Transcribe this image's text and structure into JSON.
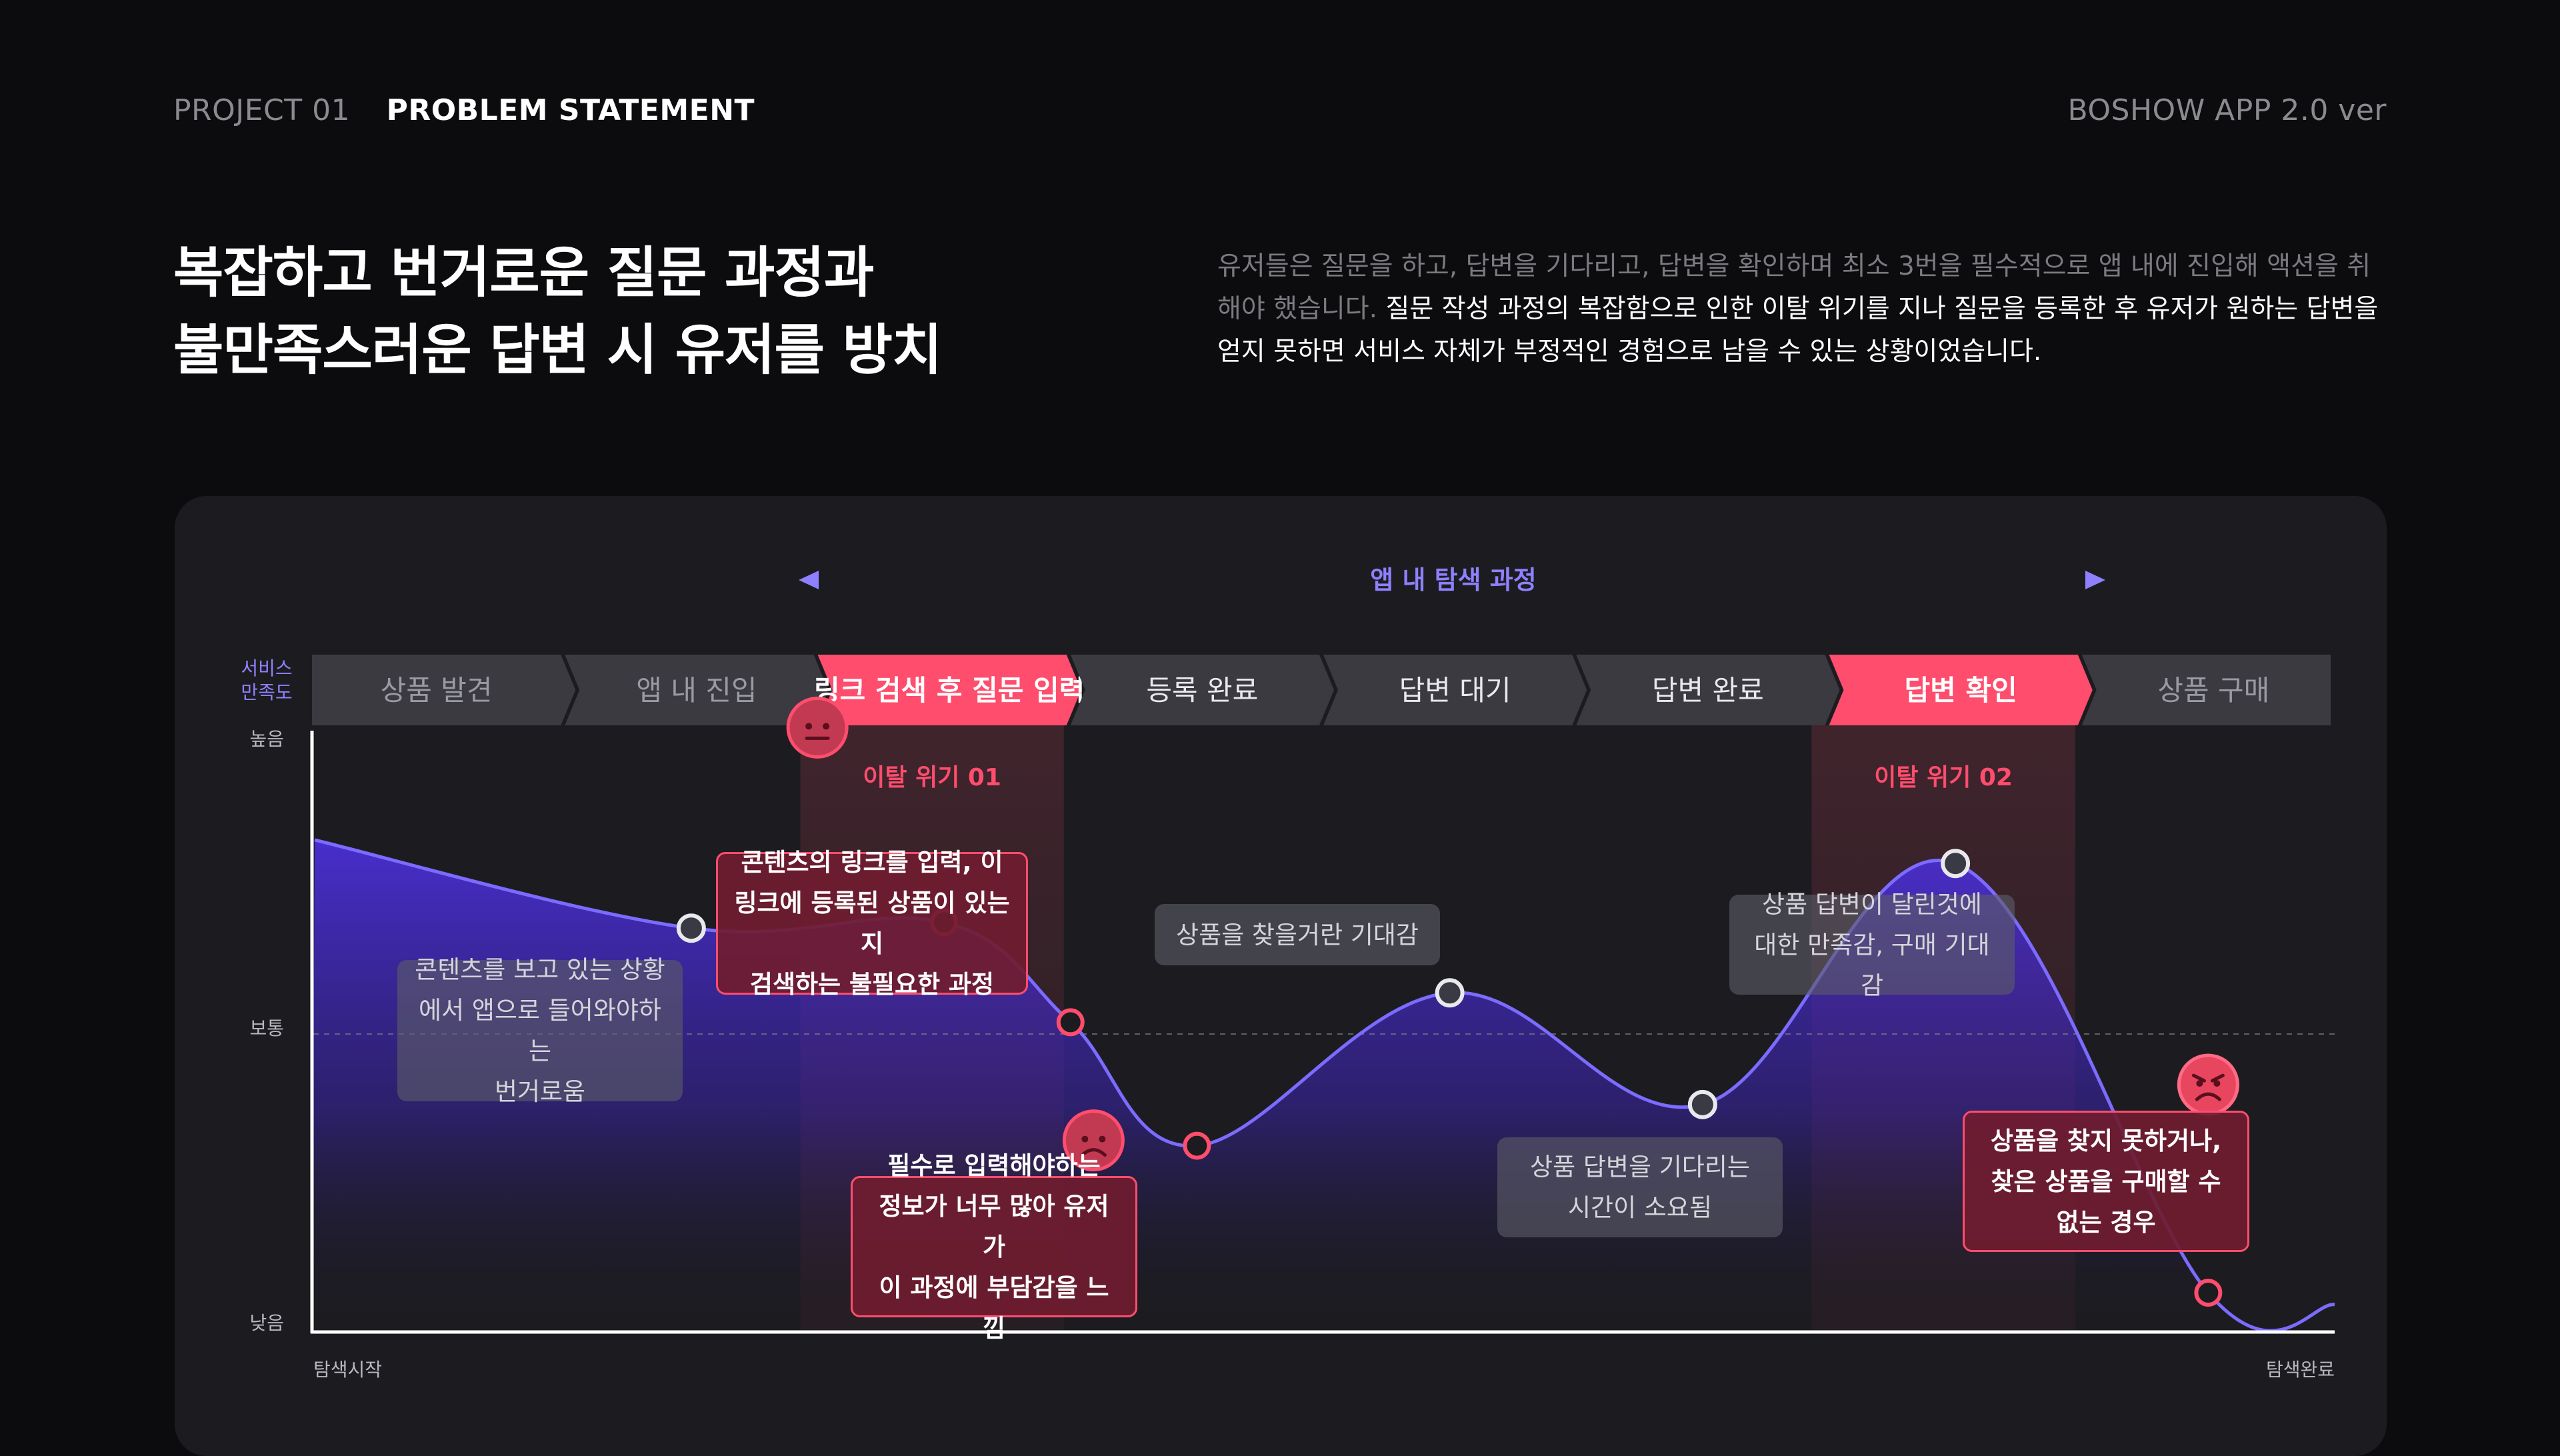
{
  "header": {
    "project": "PROJECT 01",
    "section": "PROBLEM STATEMENT",
    "app_version": "BOSHOW APP 2.0 ver"
  },
  "headline": {
    "line1": "복잡하고 번거로운 질문 과정과",
    "line2": "불만족스러운 답변 시 유저를 방치"
  },
  "description": {
    "muted": "유저들은 질문을 하고, 답변을 기다리고, 답변을 확인하며 최소 3번을 필수적으로 앱 내에 진입해 액션을 취해야 했습니다. ",
    "highlight": "질문 작성 과정의 복잡함으로 인한 이탈 위기를 지나 질문을 등록한 후 유저가 원하는 답변을 얻지 못하면 서비스 자체가 부정적인 경험으로 남을 수 있는 상황이었습니다."
  },
  "journey": {
    "process_label": "앱 내 탐색 과정",
    "y_axis_title": [
      "서비스",
      "만족도"
    ],
    "y_levels": {
      "high": "높음",
      "mid": "보통",
      "low": "낮음"
    },
    "x_start": "탐색시작",
    "x_end": "탐색완료",
    "stages": [
      {
        "label": "상품 발견",
        "highlight": false
      },
      {
        "label": "앱 내 진입",
        "highlight": false
      },
      {
        "label": "링크 검색 후 질문 입력",
        "highlight": true
      },
      {
        "label": "등록 완료",
        "highlight": false
      },
      {
        "label": "답변 대기",
        "highlight": false
      },
      {
        "label": "답변 완료",
        "highlight": false
      },
      {
        "label": "답변 확인",
        "highlight": true
      },
      {
        "label": "상품 구매",
        "highlight": false
      }
    ],
    "crisis_zones": [
      {
        "label": "이탈 위기 01"
      },
      {
        "label": "이탈 위기 02"
      }
    ],
    "points": [
      {
        "stage": 1,
        "satisfaction": 0.68,
        "emotion": "neutral",
        "critical": false
      },
      {
        "stage": 2,
        "satisfaction": 0.69,
        "emotion": "neutral-face",
        "critical": true
      },
      {
        "stage": 2.5,
        "satisfaction": 0.52,
        "emotion": "neutral",
        "critical": true
      },
      {
        "stage": 3,
        "satisfaction": 0.31,
        "emotion": "sad-face",
        "critical": true
      },
      {
        "stage": 4,
        "satisfaction": 0.57,
        "emotion": "neutral",
        "critical": false
      },
      {
        "stage": 5,
        "satisfaction": 0.38,
        "emotion": "neutral",
        "critical": false
      },
      {
        "stage": 6,
        "satisfaction": 0.79,
        "emotion": "neutral",
        "critical": false
      },
      {
        "stage": 7,
        "satisfaction": 0.06,
        "emotion": "angry-face",
        "critical": true
      }
    ],
    "notes": {
      "n1": "콘텐츠를 보고 있는 상황\n에서 앱으로 들어와야하는\n번거로움",
      "n2": "콘텐츠의 링크를 입력, 이\n링크에 등록된 상품이 있는지\n검색하는 불필요한 과정",
      "n3": "필수로 입력해야하는\n정보가 너무 많아 유저가\n이 과정에 부담감을 느낌",
      "n4": "상품을 찾을거란 기대감",
      "n5": "상품 답변이 달린것에\n대한 만족감, 구매 기대감",
      "n6": "상품 답변을 기다리는\n시간이 소요됨",
      "n7": "상품을 찾지 못하거나,\n찾은 상품을 구매할 수\n없는 경우"
    },
    "colors": {
      "accent_red": "#ff4d6d",
      "accent_purple": "#7b6cff",
      "curve_fill": "#4b2fd6",
      "stage_bg": "#3a3a40"
    }
  }
}
